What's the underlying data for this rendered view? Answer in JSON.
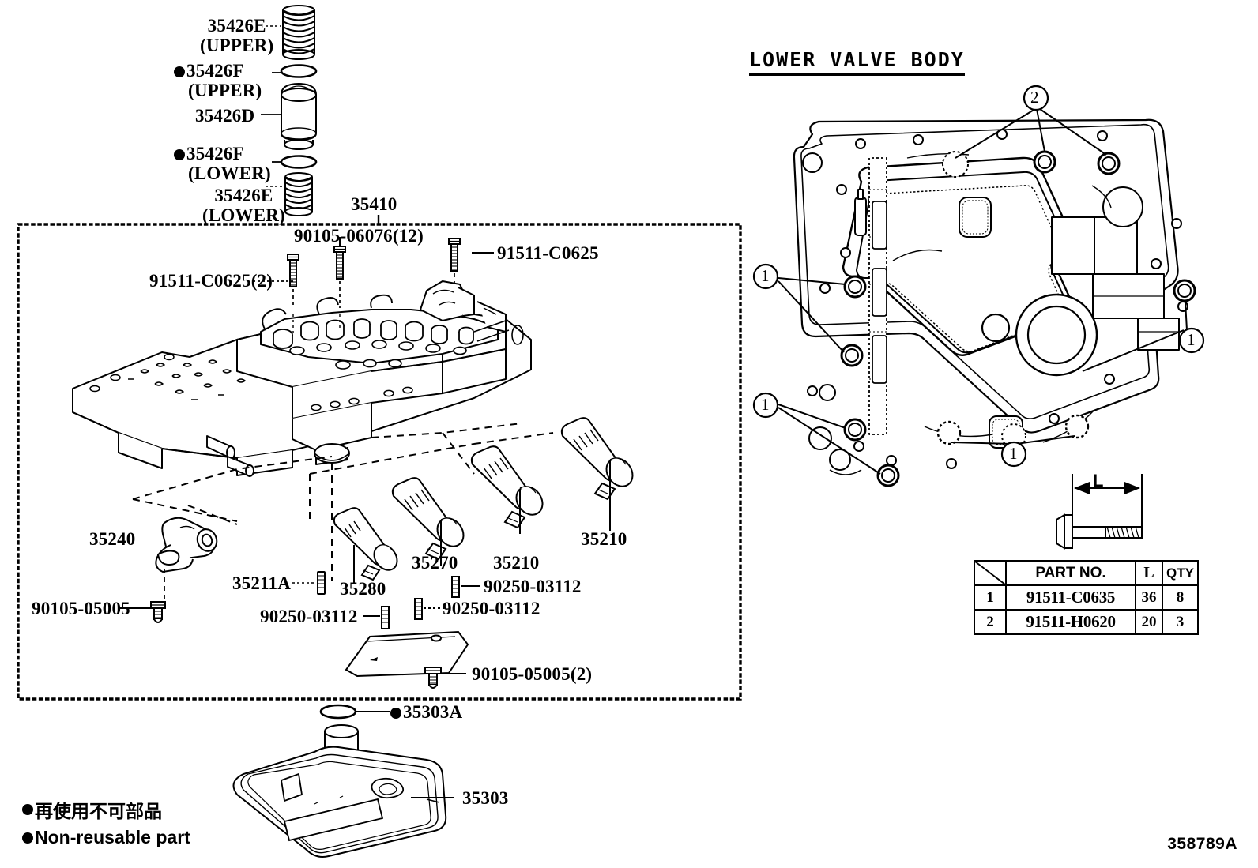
{
  "sheet": {
    "diagram_id": "358789A",
    "section_title": "LOWER VALVE BODY"
  },
  "legend": {
    "japanese": "再使用不可部品",
    "english": "Non-reusable part"
  },
  "upper_stack": {
    "items": [
      {
        "name": "spring-upper",
        "code": "35426E",
        "qualifier": "(UPPER)",
        "nonreusable": false
      },
      {
        "name": "oring-upper",
        "code": "35426F",
        "qualifier": "(UPPER)",
        "nonreusable": true
      },
      {
        "name": "accumulator-piston",
        "code": "35426D",
        "qualifier": "",
        "nonreusable": false
      },
      {
        "name": "oring-lower",
        "code": "35426F",
        "qualifier": "(LOWER)",
        "nonreusable": true
      },
      {
        "name": "spring-lower",
        "code": "35426E",
        "qualifier": "(LOWER)",
        "nonreusable": false
      }
    ]
  },
  "main_box": {
    "assembly_code": "35410",
    "bolts": [
      {
        "name": "bolt-left",
        "code": "91511-C0625(2)"
      },
      {
        "name": "bolt-center",
        "code": "90105-06076(12)"
      },
      {
        "name": "bolt-right",
        "code": "91511-C0625"
      }
    ],
    "parts": [
      {
        "name": "manual-valve-lever",
        "code": "35240"
      },
      {
        "name": "lever-bolt",
        "code": "90105-05005"
      },
      {
        "name": "pin-35211a",
        "code": "35211A"
      },
      {
        "name": "solenoid-35280",
        "code": "35280"
      },
      {
        "name": "solenoid-35270",
        "code": "35270"
      },
      {
        "name": "solenoid-35210-a",
        "code": "35210"
      },
      {
        "name": "solenoid-35210-b",
        "code": "35210"
      },
      {
        "name": "clamp-pin-1",
        "code": "90250-03112"
      },
      {
        "name": "clamp-pin-2",
        "code": "90250-03112"
      },
      {
        "name": "clamp-pin-3",
        "code": "90250-03112"
      },
      {
        "name": "bracket-plate-bolt",
        "code": "90105-05005(2)"
      }
    ]
  },
  "filter_assembly": {
    "oring": {
      "code": "35303A",
      "nonreusable": true
    },
    "strainer": {
      "code": "35303",
      "nonreusable": false
    }
  },
  "bolt_dimension": {
    "label": "L"
  },
  "parts_table": {
    "headers": [
      "",
      "PART NO.",
      "L",
      "QTY"
    ],
    "rows": [
      {
        "index": "1",
        "part_no": "91511-C0635",
        "length": "36",
        "qty": "8"
      },
      {
        "index": "2",
        "part_no": "91511-H0620",
        "length": "20",
        "qty": "3"
      }
    ]
  },
  "callouts": [
    {
      "name": "callout-2-top",
      "value": "2"
    },
    {
      "name": "callout-1-left-upper",
      "value": "1"
    },
    {
      "name": "callout-1-left-lower",
      "value": "1"
    },
    {
      "name": "callout-1-right",
      "value": "1"
    },
    {
      "name": "callout-1-bottom",
      "value": "1"
    }
  ],
  "colors": {
    "line": "#000000",
    "background": "#ffffff"
  }
}
